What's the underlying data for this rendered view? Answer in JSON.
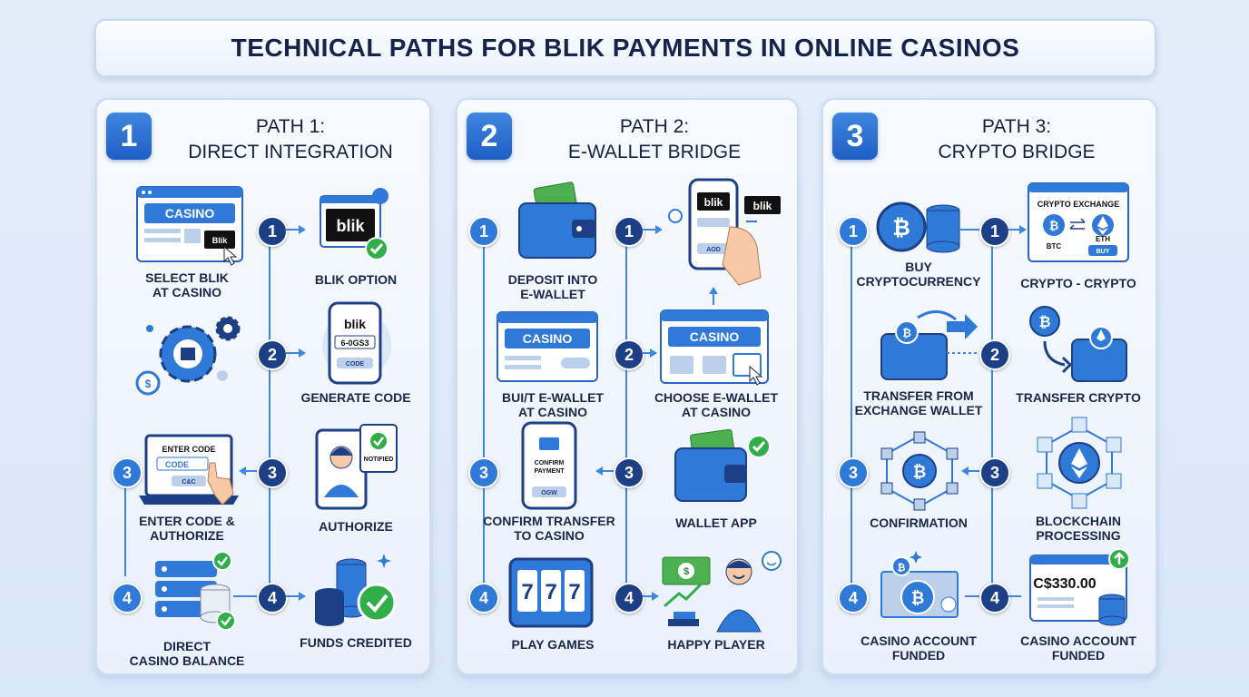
{
  "title": "TECHNICAL PATHS FOR BLIK PAYMENTS IN ONLINE CASINOS",
  "colors": {
    "primary": "#2f79d8",
    "dark": "#1d3f86",
    "success": "#2fae4a",
    "gold": "#e7b23a"
  },
  "paths": [
    {
      "number": "1",
      "title_line1": "PATH 1:",
      "title_line2": "DIRECT INTEGRATION",
      "left_steps": [
        {
          "number": "3",
          "label": "ENTER CODE &\nAUTHORIZE"
        },
        {
          "number": "4",
          "label": "DIRECT\nCASINO BALANCE"
        }
      ],
      "left_captions": [
        "SELECT BLIK\nAT CASINO",
        ""
      ],
      "right_steps": [
        {
          "number": "1",
          "label": "BLIK OPTION"
        },
        {
          "number": "2",
          "label": "GENERATE CODE"
        },
        {
          "number": "3",
          "label": "AUTHORIZE"
        },
        {
          "number": "4",
          "label": "FUNDS CREDITED"
        }
      ],
      "icons": {
        "casino_text": "CASINO",
        "blik_small": "Blik",
        "blik_logo": "blik",
        "blik_phone_logo": "blik",
        "code_text": "6-0GS3",
        "code_button": "CODE",
        "enter_code": "ENTER CODE",
        "code_field": "CODE",
        "code_btn": "C&C",
        "notified": "NOTIFIED"
      }
    },
    {
      "number": "2",
      "title_line1": "PATH 2:",
      "title_line2": "E-WALLET BRIDGE",
      "left_steps": [
        {
          "number": "1",
          "label": "DEPOSIT INTO\nE-WALLET"
        },
        {
          "number": "3",
          "label": "CONFIRM TRANSFER\nTO CASINO"
        },
        {
          "number": "4",
          "label": "PLAY GAMES"
        }
      ],
      "left_captions": [
        "BUI/T E-WALLET\nAT CASINO"
      ],
      "right_steps": [
        {
          "number": "1",
          "label": ""
        },
        {
          "number": "2",
          "label": "CHOOSE E-WALLET\nAT CASINO"
        },
        {
          "number": "3",
          "label": "WALLET APP"
        },
        {
          "number": "4",
          "label": "HAPPY PLAYER"
        }
      ],
      "icons": {
        "casino_text": "CASINO",
        "blik_phone": "blik",
        "blik_badge": "blik",
        "add_button": "AOD",
        "confirm_payment": "CONFIRM\nPAYMENT",
        "ok_button": "OGW",
        "slot_digits": "777"
      }
    },
    {
      "number": "3",
      "title_line1": "PATH 3:",
      "title_line2": "CRYPTO BRIDGE",
      "left_steps": [
        {
          "number": "1",
          "label": "BUY\nCRYPTOCURRENCY"
        },
        {
          "number": "3",
          "label": "CONFIRMATION"
        },
        {
          "number": "4",
          "label": "CASINO ACCOUNT\nFUNDED"
        }
      ],
      "left_captions": [
        "TRANSFER  FROM\nEXCHANGE WALLET"
      ],
      "right_steps": [
        {
          "number": "1",
          "label": "CRYPTO - CRYPTO"
        },
        {
          "number": "2",
          "label": "TRANSFER CRYPTO"
        },
        {
          "number": "3",
          "label": "BLOCKCHAIN\nPROCESSING"
        },
        {
          "number": "4",
          "label": "CASINO ACCOUNT\nFUNDED"
        }
      ],
      "icons": {
        "exchange_title": "CRYPTO EXCHANGE",
        "btc": "BTC",
        "eth": "ETH",
        "buy": "BUY",
        "balance": "C$330.00"
      }
    }
  ]
}
